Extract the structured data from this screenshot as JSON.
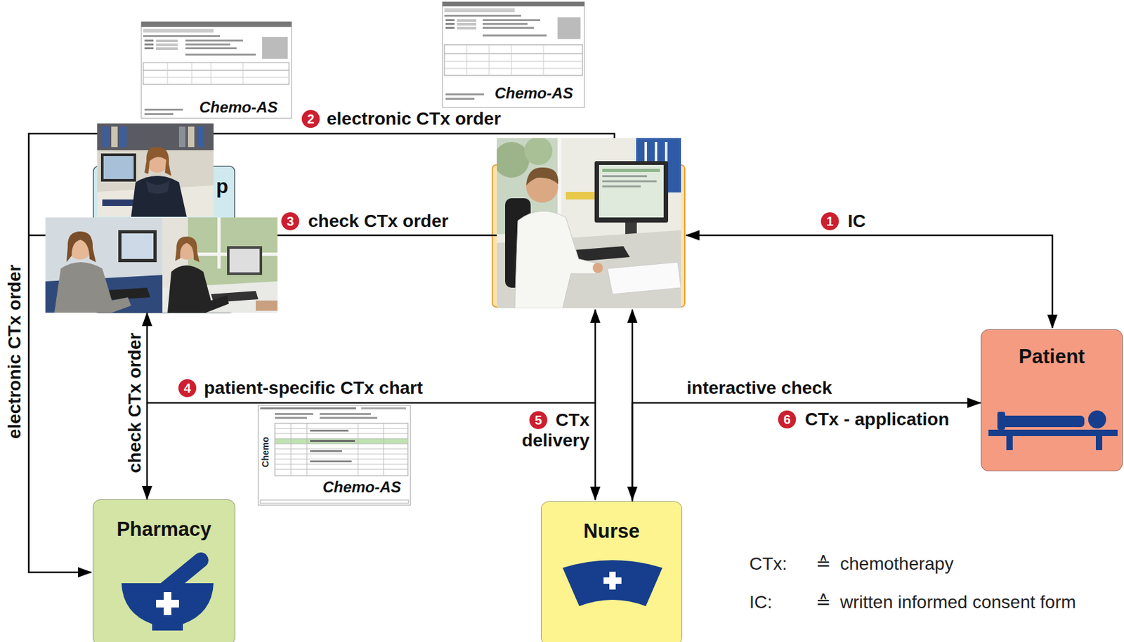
{
  "diagram": {
    "nodes": [
      {
        "text": [
          "p"
        ]
      },
      {
        "text": [
          "Patient"
        ]
      },
      {
        "text": [
          "Pharmacy"
        ]
      },
      {
        "text": [
          "Nurse"
        ]
      }
    ],
    "edges": [
      {
        "from": 0,
        "to": 2,
        "label": "check CTx order",
        "arrow": "both"
      },
      {
        "from": 3,
        "to": 1,
        "label": "interactive check",
        "arrow": "to"
      }
    ],
    "labels": [
      "Chemo-AS",
      "Chemo-AS",
      "2",
      "electronic CTx order",
      "3",
      "check CTx order",
      "1",
      "IC",
      "electronic CTx order",
      "4",
      "patient-specific CTx chart",
      "Chemo",
      "Chemo-AS",
      "5",
      "CTx delivery",
      "6",
      "CTx - application",
      "CTx:",
      "≙",
      "chemotherapy",
      "IC:",
      "≙",
      "written informed consent form"
    ]
  }
}
